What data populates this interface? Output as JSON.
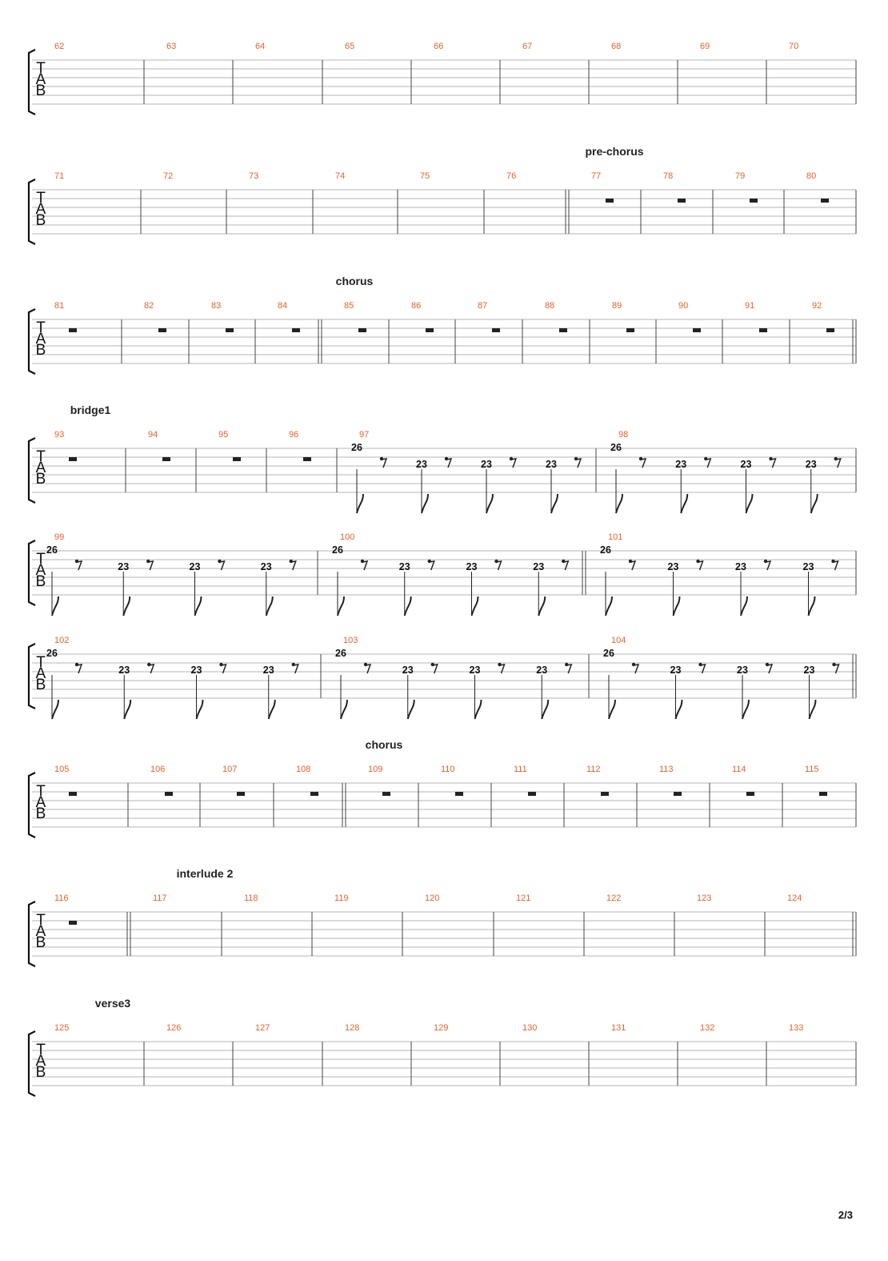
{
  "page_number": "2/3",
  "clef": [
    "T",
    "A",
    "B"
  ],
  "systems": [
    {
      "label": "",
      "bars": [
        {
          "number": "62",
          "rest": false
        },
        {
          "number": "63",
          "rest": false
        },
        {
          "number": "64",
          "rest": false
        },
        {
          "number": "65",
          "rest": false
        },
        {
          "number": "66",
          "rest": false
        },
        {
          "number": "67",
          "rest": false
        },
        {
          "number": "68",
          "rest": false
        },
        {
          "number": "69",
          "rest": false
        },
        {
          "number": "70",
          "rest": false
        }
      ]
    },
    {
      "label": "pre-chorus",
      "bars": [
        {
          "number": "71",
          "rest": false
        },
        {
          "number": "72",
          "rest": false
        },
        {
          "number": "73",
          "rest": false
        },
        {
          "number": "74",
          "rest": false
        },
        {
          "number": "75",
          "rest": false
        },
        {
          "number": "76",
          "rest": false
        },
        {
          "number": "77",
          "rest": true,
          "section_start": true
        },
        {
          "number": "78",
          "rest": true
        },
        {
          "number": "79",
          "rest": true
        },
        {
          "number": "80",
          "rest": true
        }
      ]
    },
    {
      "label": "chorus",
      "bars": [
        {
          "number": "81",
          "rest": true
        },
        {
          "number": "82",
          "rest": true
        },
        {
          "number": "83",
          "rest": true
        },
        {
          "number": "84",
          "rest": true
        },
        {
          "number": "85",
          "rest": true,
          "section_start": true
        },
        {
          "number": "86",
          "rest": true
        },
        {
          "number": "87",
          "rest": true
        },
        {
          "number": "88",
          "rest": true
        },
        {
          "number": "89",
          "rest": true
        },
        {
          "number": "90",
          "rest": true
        },
        {
          "number": "91",
          "rest": true
        },
        {
          "number": "92",
          "rest": true
        }
      ],
      "end_double": true
    },
    {
      "label": "bridge1",
      "bars": [
        {
          "number": "93",
          "rest": true,
          "section_start": true
        },
        {
          "number": "94",
          "rest": true
        },
        {
          "number": "95",
          "rest": true
        },
        {
          "number": "96",
          "rest": true
        },
        {
          "number": "97",
          "notes": [
            "26",
            "23",
            "23",
            "23"
          ]
        },
        {
          "number": "98",
          "notes": [
            "26",
            "23",
            "23",
            "23"
          ]
        }
      ]
    },
    {
      "label": "",
      "bars": [
        {
          "number": "99",
          "notes": [
            "26",
            "23",
            "23",
            "23"
          ]
        },
        {
          "number": "100",
          "notes": [
            "26",
            "23",
            "23",
            "23"
          ]
        },
        {
          "number": "101",
          "notes": [
            "26",
            "23",
            "23",
            "23"
          ],
          "section_start": true
        }
      ]
    },
    {
      "label": "",
      "bars": [
        {
          "number": "102",
          "notes": [
            "26",
            "23",
            "23",
            "23"
          ]
        },
        {
          "number": "103",
          "notes": [
            "26",
            "23",
            "23",
            "23"
          ]
        },
        {
          "number": "104",
          "notes": [
            "26",
            "23",
            "23",
            "23"
          ]
        }
      ],
      "end_double": true
    },
    {
      "label": "chorus",
      "bars": [
        {
          "number": "105",
          "rest": true
        },
        {
          "number": "106",
          "rest": true
        },
        {
          "number": "107",
          "rest": true
        },
        {
          "number": "108",
          "rest": true
        },
        {
          "number": "109",
          "rest": true,
          "section_start": true
        },
        {
          "number": "110",
          "rest": true
        },
        {
          "number": "111",
          "rest": true
        },
        {
          "number": "112",
          "rest": true
        },
        {
          "number": "113",
          "rest": true
        },
        {
          "number": "114",
          "rest": true
        },
        {
          "number": "115",
          "rest": true
        }
      ]
    },
    {
      "label": "interlude 2",
      "bars": [
        {
          "number": "116",
          "rest": true
        },
        {
          "number": "117",
          "rest": false,
          "section_start": true
        },
        {
          "number": "118",
          "rest": false
        },
        {
          "number": "119",
          "rest": false
        },
        {
          "number": "120",
          "rest": false
        },
        {
          "number": "121",
          "rest": false
        },
        {
          "number": "122",
          "rest": false
        },
        {
          "number": "123",
          "rest": false
        },
        {
          "number": "124",
          "rest": false
        }
      ],
      "end_double": true
    },
    {
      "label": "verse3",
      "bars": [
        {
          "number": "125",
          "rest": false,
          "section_start": true
        },
        {
          "number": "126",
          "rest": false
        },
        {
          "number": "127",
          "rest": false
        },
        {
          "number": "128",
          "rest": false
        },
        {
          "number": "129",
          "rest": false
        },
        {
          "number": "130",
          "rest": false
        },
        {
          "number": "131",
          "rest": false
        },
        {
          "number": "132",
          "rest": false
        },
        {
          "number": "133",
          "rest": false
        }
      ]
    }
  ],
  "colors": {
    "bar_number": "#e8622c",
    "staff_line": "#b4b4b4",
    "ink": "#111111"
  }
}
